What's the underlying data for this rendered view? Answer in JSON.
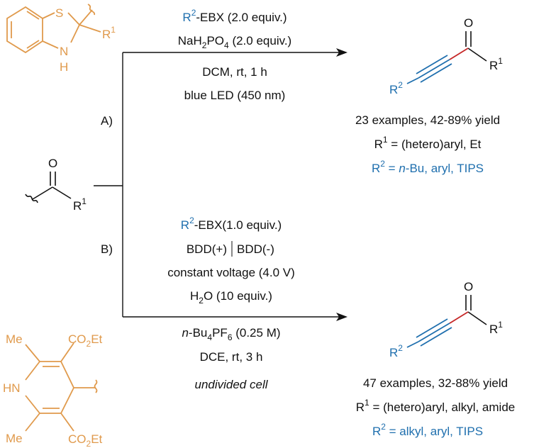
{
  "colors": {
    "substrate": "#e09a4c",
    "r2": "#1f6fae",
    "new_bond": "#c62828",
    "text": "#111111"
  },
  "atoms": {
    "S": "S",
    "N": "N",
    "H": "H",
    "O": "O",
    "R": "R",
    "sup1": "1",
    "sup2": "2",
    "Me": "Me",
    "HN": "HN",
    "CO2Et_pre": "CO",
    "CO2Et_sub": "2",
    "CO2Et_post": "Et"
  },
  "routes": {
    "a": {
      "label": "A)",
      "cond1_blue": "R",
      "cond1_sup": "2",
      "cond1_rest": "-EBX (2.0 equiv.)",
      "cond2_pre": "NaH",
      "cond2_sub1": "2",
      "cond2_mid": "PO",
      "cond2_sub2": "4",
      "cond2_rest": " (2.0 equiv.)",
      "cond3": "DCM, rt, 1 h",
      "cond4": "blue LED (450 nm)",
      "result_examples": "23 examples, 42-89% yield",
      "result_r1_rest": " = (hetero)aryl, Et",
      "result_r2_pre": " = ",
      "result_r2_ital": "n",
      "result_r2_rest": "-Bu, aryl, TIPS"
    },
    "b": {
      "label": "B)",
      "cond1_blue": "R",
      "cond1_sup": "2",
      "cond1_rest": "-EBX(1.0 equiv.)",
      "cond2_left": "BDD(+)",
      "cond2_right": "BDD(-)",
      "cond3": "constant voltage (4.0 V)",
      "cond4_pre": "H",
      "cond4_sub": "2",
      "cond4_rest": "O (10 equiv.)",
      "cond5_ital": "n",
      "cond5_pre": "-Bu",
      "cond5_sub1": "4",
      "cond5_mid": "PF",
      "cond5_sub2": "6",
      "cond5_rest": " (0.25 M)",
      "cond6": "DCE, rt, 3 h",
      "cond7": "undivided cell",
      "result_examples": "47 examples, 32-88% yield",
      "result_r1_rest": " = (hetero)aryl, alkyl, amide",
      "result_r2_rest": " = alkyl, aryl, TIPS"
    }
  }
}
